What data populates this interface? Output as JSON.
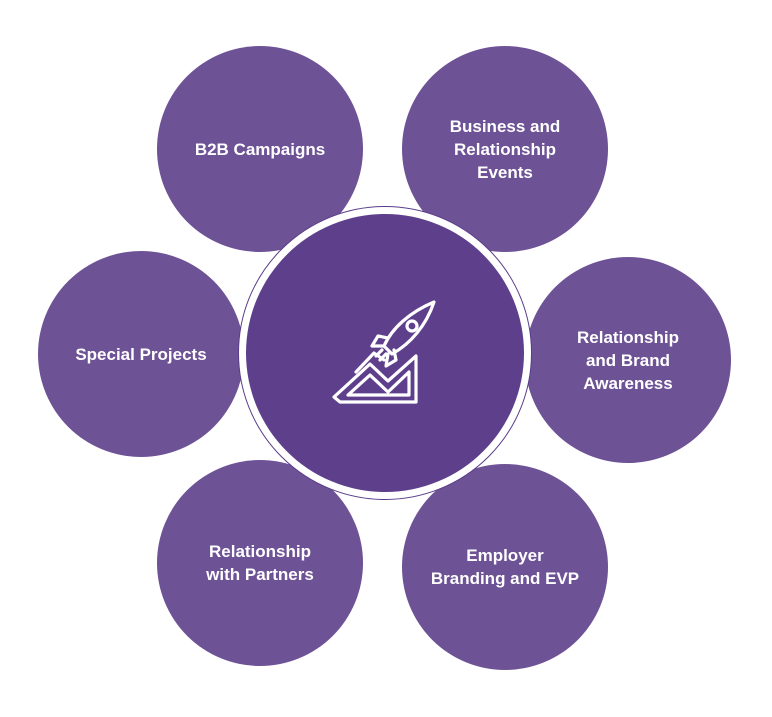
{
  "petals": [
    {
      "id": "b2b-campaigns",
      "label": "B2B Campaigns"
    },
    {
      "id": "business-relationship-events",
      "label": "Business and\nRelationship\nEvents"
    },
    {
      "id": "relationship-brand-awareness",
      "label": "Relationship\nand Brand\nAwareness"
    },
    {
      "id": "employer-branding-evp",
      "label": "Employer\nBranding and EVP"
    },
    {
      "id": "relationship-with-partners",
      "label": "Relationship\nwith Partners"
    },
    {
      "id": "special-projects",
      "label": "Special Projects"
    }
  ],
  "center": {
    "icon": "rocket-growth-chart-icon"
  },
  "colors": {
    "petal": "#6e5296",
    "center": "#5e3f8c",
    "ring": "#5a3d8a",
    "text": "#ffffff"
  }
}
